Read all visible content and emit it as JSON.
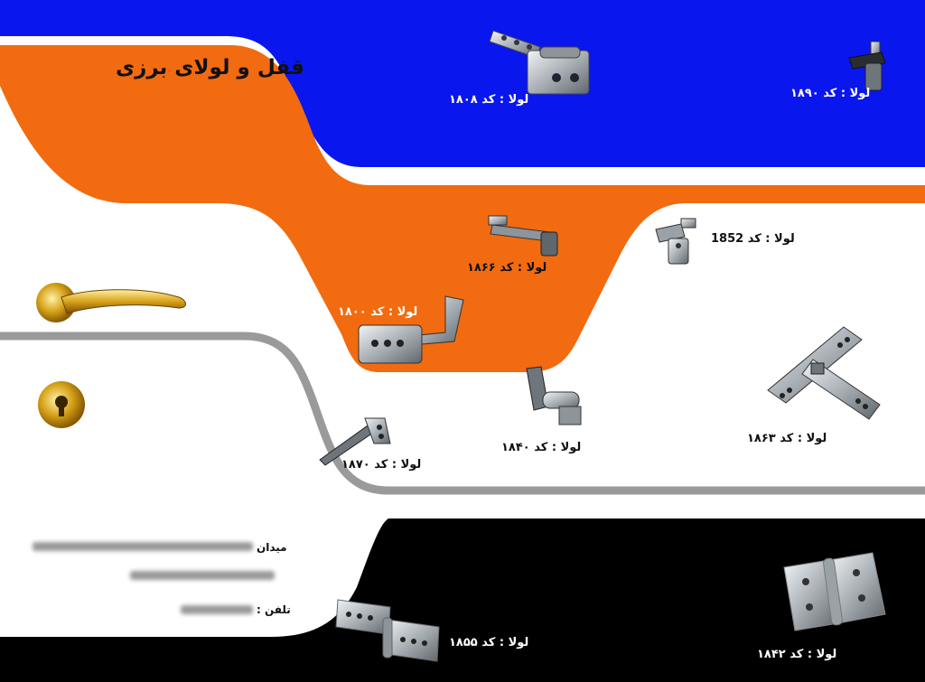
{
  "title": "قفل و لولای برزی",
  "colors": {
    "blue": "#0a16ee",
    "orange": "#f26b10",
    "grey_band": "#9a9a9a",
    "black": "#000000",
    "gold": "#d6a21a",
    "steel": "#9aa2a8"
  },
  "items": [
    {
      "id": "1808",
      "label": "لولا : کد ۱۸۰۸",
      "icon": "plate-hinge-icon"
    },
    {
      "id": "1890",
      "label": "لولا : کد ۱۸۹۰",
      "icon": "small-hinge-icon"
    },
    {
      "id": "1852",
      "label": "لولا : کد 1852",
      "icon": "small-hinge-icon"
    },
    {
      "id": "1866",
      "label": "لولا : کد ۱۸۶۶",
      "icon": "bent-hinge-icon"
    },
    {
      "id": "1800",
      "label": "لولا : کد ۱۸۰۰",
      "icon": "box-hinge-icon"
    },
    {
      "id": "1840",
      "label": "لولا : کد ۱۸۴۰",
      "icon": "barrel-hinge-icon"
    },
    {
      "id": "1863",
      "label": "لولا : کد ۱۸۶۳",
      "icon": "cross-hinge-icon"
    },
    {
      "id": "1870",
      "label": "لولا : کد ۱۸۷۰",
      "icon": "strap-hinge-icon"
    },
    {
      "id": "1855",
      "label": "لولا : کد ۱۸۵۵",
      "icon": "lift-off-hinge-icon"
    },
    {
      "id": "1842",
      "label": "لولا : کد ۱۸۴۲",
      "icon": "butt-hinge-icon"
    }
  ],
  "contact": {
    "square_label": "میدان",
    "phone_label": "تلفن :"
  }
}
